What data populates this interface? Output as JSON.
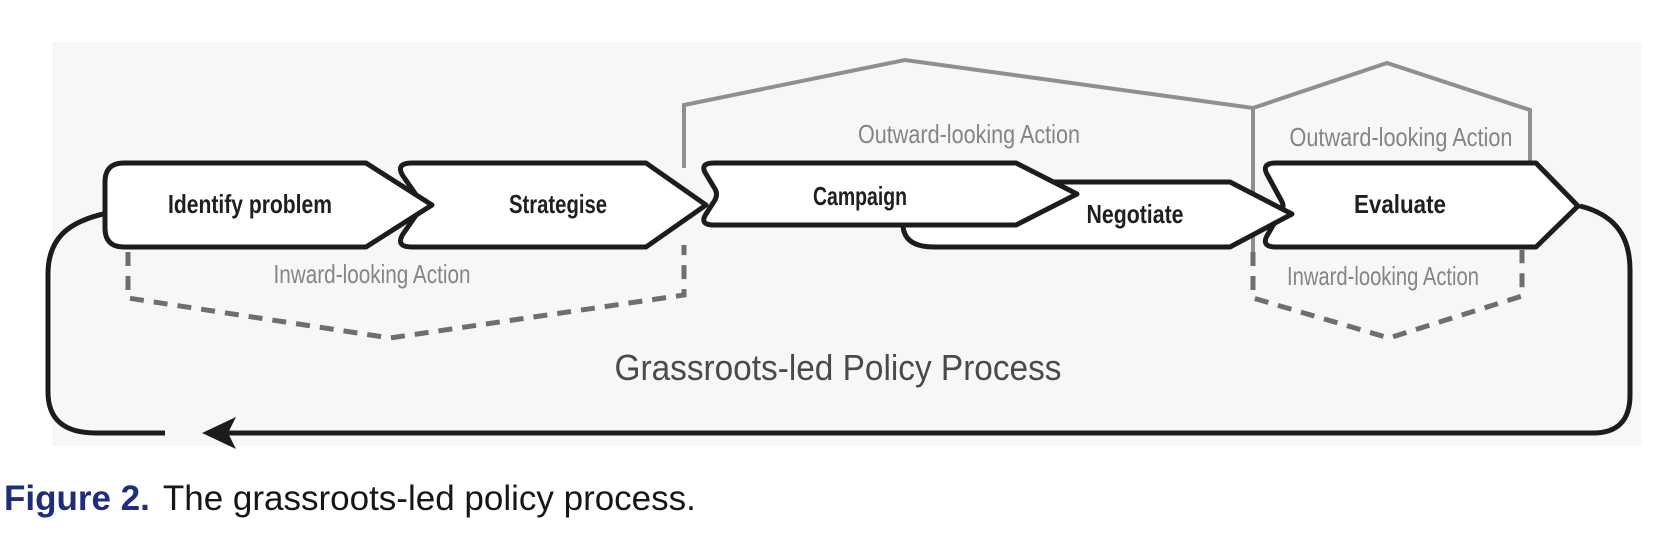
{
  "figure": {
    "background_color": "#f7f7f7",
    "stages": [
      {
        "label": "Identify problem"
      },
      {
        "label": "Strategise"
      },
      {
        "label": "Campaign"
      },
      {
        "label": "Negotiate"
      },
      {
        "label": "Evaluate"
      }
    ],
    "outward_labels": [
      "Outward-looking Action",
      "Outward-looking Action"
    ],
    "inward_labels": [
      "Inward-looking Action",
      "Inward-looking Action"
    ],
    "process_title": "Grassroots-led Policy Process",
    "colors": {
      "shape_stroke": "#1c1c1c",
      "shape_fill": "#ffffff",
      "bracket": "#8f8f8f",
      "dashed": "#6e6e6e",
      "label_text": "#1f1f1f",
      "annotation_text": "#858585",
      "title_text": "#4a4a4a"
    }
  },
  "caption": {
    "label": "Figure 2.",
    "text": "The grassroots-led policy process.",
    "label_color": "#1f2d7d",
    "text_color": "#161616"
  }
}
